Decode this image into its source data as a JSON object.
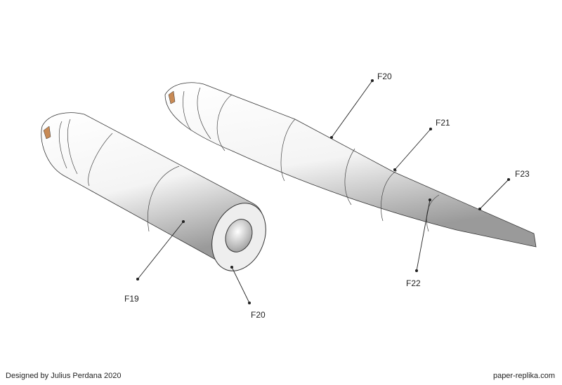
{
  "labels": {
    "f20_top": "F20",
    "f21": "F21",
    "f23": "F23",
    "f22": "F22",
    "f19": "F19",
    "f20_bottom": "F20"
  },
  "footer": {
    "credit": "Designed by Julius Perdana 2020",
    "site": "paper-replika.com"
  },
  "colors": {
    "outline": "#333333",
    "accent": "#c88a55"
  }
}
